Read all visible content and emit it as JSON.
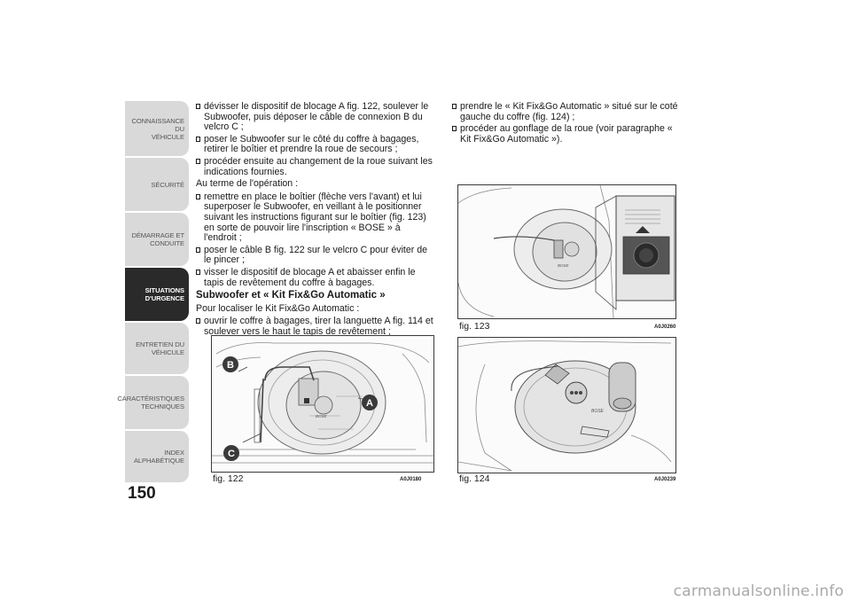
{
  "sidebar": {
    "tabs": [
      {
        "line1": "CONNAISSANCE DU",
        "line2": "VÉHICULE"
      },
      {
        "line1": "SÉCURITÉ",
        "line2": ""
      },
      {
        "line1": "DÉMARRAGE ET",
        "line2": "CONDUITE"
      },
      {
        "line1": "SITUATIONS",
        "line2": "D'URGENCE"
      },
      {
        "line1": "ENTRETIEN DU",
        "line2": "VÉHICULE"
      },
      {
        "line1": "CARACTÉRISTIQUES",
        "line2": "TECHNIQUES"
      },
      {
        "line1": "INDEX",
        "line2": "ALPHABÉTIQUE"
      }
    ],
    "active_index": 3
  },
  "page_number": "150",
  "left_column": {
    "bullets_1": [
      "dévisser le dispositif de blocage A fig. 122, soulever le Subwoofer, puis déposer le câble de connexion B du velcro C ;",
      "poser le Subwoofer sur le côté du coffre à bagages, retirer le boîtier et prendre la roue de secours ;",
      "procéder ensuite au changement de la roue suivant les indications fournies."
    ],
    "para_1": "Au terme de l'opération :",
    "bullets_2": [
      "remettre en place le boîtier (flèche vers l'avant) et lui superposer le Subwoofer, en veillant à le positionner suivant les instructions figurant sur le boîtier (fig. 123) en sorte de pouvoir lire l'inscription « BOSE » à l'endroit ;",
      "poser le câble B fig. 122 sur le velcro C pour éviter de le pincer ;",
      "visser le dispositif de blocage A et abaisser enfin le tapis de revêtement du coffre à bagages."
    ],
    "heading": "Subwoofer et « Kit Fix&Go Automatic »",
    "para_2": "Pour localiser le Kit Fix&Go Automatic :",
    "bullets_3": [
      "ouvrir le coffre à bagages, tirer la languette A fig. 114 et soulever vers le haut le tapis de revêtement ;"
    ]
  },
  "right_column": {
    "bullets": [
      "prendre le « Kit Fix&Go Automatic » situé sur le coté gauche du coffre (fig. 124) ;",
      "procéder au gonflage de la roue (voir paragraphe « Kit Fix&Go Automatic »)."
    ]
  },
  "figures": {
    "fig122": {
      "label": "fig. 122",
      "code": "A0J0180",
      "callouts": [
        "A",
        "B",
        "C"
      ],
      "brand": "BOSE"
    },
    "fig123": {
      "label": "fig. 123",
      "code": "A0J0260",
      "brand": "BOSE"
    },
    "fig124": {
      "label": "fig. 124",
      "code": "A0J0239",
      "brand": "BOSE"
    }
  },
  "watermark": "carmanualsonline.info",
  "colors": {
    "tab_inactive": "#d9d9d9",
    "tab_active": "#2a2a2a",
    "callout": "#3a3a3a"
  }
}
